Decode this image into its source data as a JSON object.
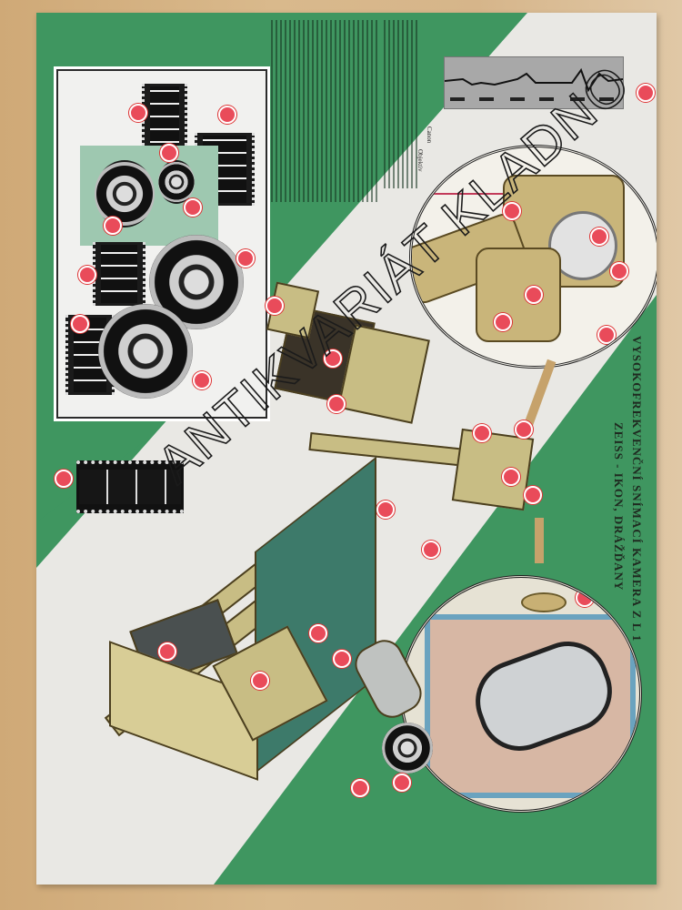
{
  "page": {
    "type": "printed magazine page (photographed)",
    "background_colors": {
      "table_wood": "#d6b58a",
      "paper": "#e9e8e4",
      "green_band": "#3f9660",
      "label_marker": "#e94b5a"
    }
  },
  "title": {
    "line1": "VYSOKOFREKVENČNÍ SNÍMACÍ KAMERA Z L 1",
    "line2": "ZEISS - IKON, DRÁŽĎANY"
  },
  "watermark": {
    "text": "ANTIKVARIÁT KLADNO"
  },
  "body_text": {
    "legible_fragments": [
      "Canon",
      "Objektiv"
    ],
    "note": "Rotated small-print column text, mostly illegible in photo"
  },
  "illustrations": [
    {
      "id": "film-reels-panel",
      "description": "Framed panel with film strips and film reels/spools"
    },
    {
      "id": "oscillogram",
      "description": "Grey strip showing a waveform trace"
    },
    {
      "id": "camera-closeup-top",
      "description": "Circular inset of the high-speed camera head"
    },
    {
      "id": "film-strip-horizontal",
      "description": "Horizontal 35mm film strip with frame marks"
    },
    {
      "id": "control-unit",
      "description": "Open electronic control box with tubes"
    },
    {
      "id": "camera-on-stand",
      "description": "Camera mounted on arm above a frame/table"
    },
    {
      "id": "recorder-table",
      "description": "Wooden frame table with instruments"
    },
    {
      "id": "camera-magazine-closeup",
      "description": "Circular inset of film magazine interior"
    }
  ]
}
